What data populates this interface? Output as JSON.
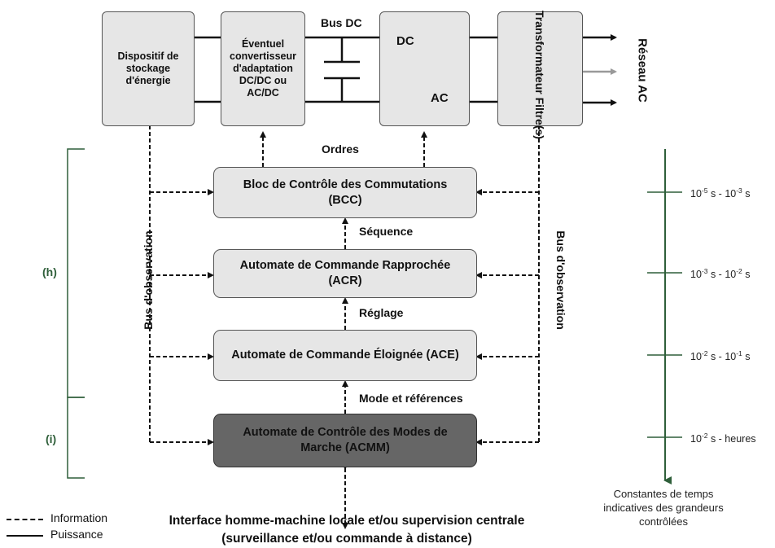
{
  "hardware": {
    "storage": "Dispositif de stockage d'énergie",
    "converter": "Éventuel convertisseur d'adaptation DC/DC ou AC/DC",
    "inverter_dc": "DC",
    "inverter_ac": "AC",
    "transformer": "Transformateur Filtre(s)",
    "bus_dc": "Bus DC",
    "grid": "Réseau AC"
  },
  "control": {
    "ordres": "Ordres",
    "bcc": "Bloc de Contrôle des Commutations (BCC)",
    "sequence": "Séquence",
    "acr": "Automate de Commande Rapprochée (ACR)",
    "reglage": "Réglage",
    "ace": "Automate de Commande Éloignée (ACE)",
    "mode": "Mode et références",
    "acmm": "Automate de Contrôle des Modes de Marche (ACMM)",
    "bus_obs_left": "Bus d'observation",
    "bus_obs_right": "Bus d'observation",
    "interface": "Interface homme-machine locale et/ou supervision centrale (surveillance et/ou commande à distance)"
  },
  "brackets": {
    "h": "(h)",
    "i": "(i)"
  },
  "legend": {
    "information": "Information",
    "puissance": "Puissance"
  },
  "timescale": {
    "t1": {
      "base1": "10",
      "exp1": "-5",
      "sep": " s - ",
      "base2": "10",
      "exp2": "-3",
      "unit": " s"
    },
    "t2": {
      "base1": "10",
      "exp1": "-3",
      "sep": " s - ",
      "base2": "10",
      "exp2": "-2",
      "unit": " s"
    },
    "t3": {
      "base1": "10",
      "exp1": "-2",
      "sep": " s - ",
      "base2": "10",
      "exp2": "-1",
      "unit": " s"
    },
    "t4": {
      "base1": "10",
      "exp1": "-2",
      "rest": " s - heures"
    },
    "caption": "Constantes de temps indicatives des grandeurs contrôlées"
  },
  "colors": {
    "green": "#2f5f3a",
    "box_fill": "#e6e6e6",
    "acmm_fill": "#666666",
    "grey_arrow": "#999999"
  }
}
